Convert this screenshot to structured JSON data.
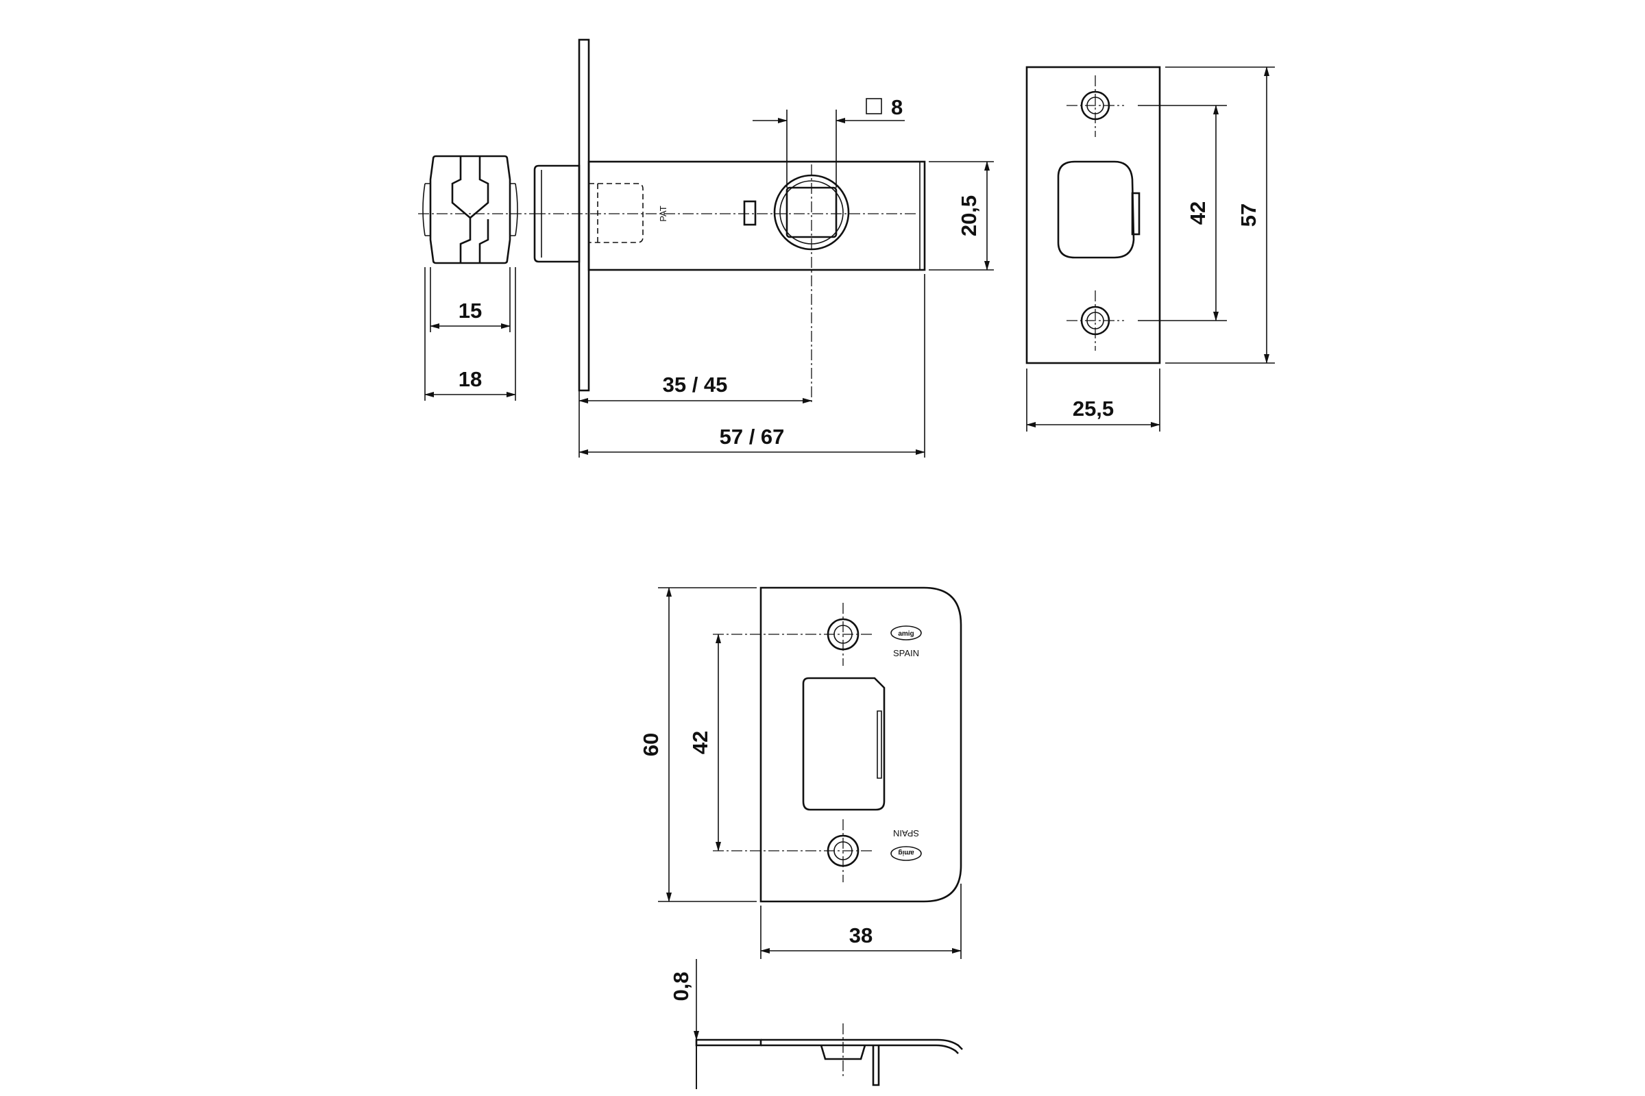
{
  "latch_side_view": {
    "width_bolt": "15",
    "width_total": "18"
  },
  "latch_top_view": {
    "square_spindle": "8",
    "square_symbol": "□",
    "stamp": "PAT",
    "backset": "35 / 45",
    "overall_length": "57 / 67",
    "body_height": "20,5"
  },
  "faceplate": {
    "hole_spacing": "42",
    "height": "57",
    "width": "25,5"
  },
  "strike_plate": {
    "height": "60",
    "hole_spacing": "42",
    "width": "38",
    "brand_top": "SPAIN",
    "brand_bottom": "SPAIN",
    "logo_text": "amig"
  },
  "strike_profile": {
    "thickness": "0,8"
  }
}
